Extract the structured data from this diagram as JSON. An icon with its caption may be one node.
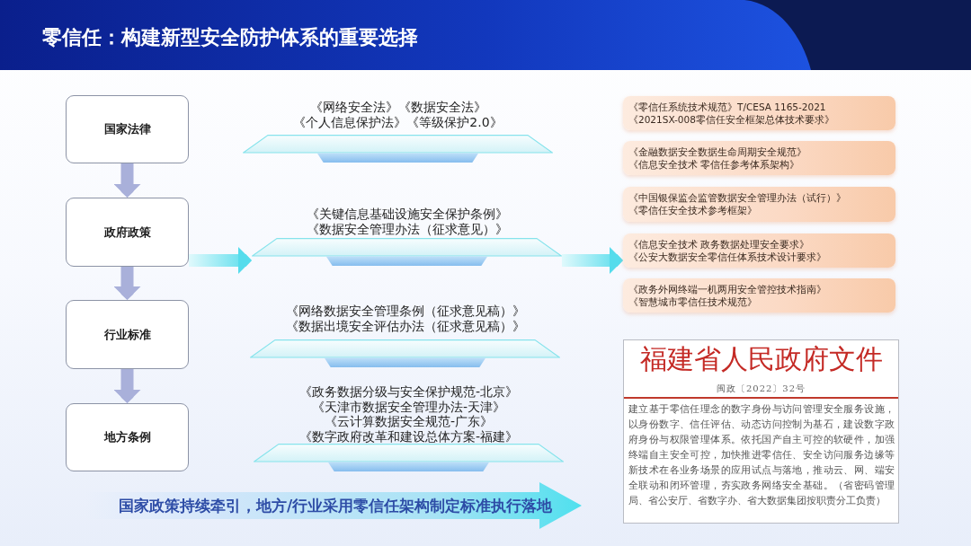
{
  "diagram": {
    "title": "零信任：构建新型安全防护体系的重要选择",
    "nodes": [
      {
        "text": [
          "国家法律"
        ]
      },
      {
        "text": [
          "政府政策"
        ]
      },
      {
        "text": [
          "行业标准"
        ]
      },
      {
        "text": [
          "地方条例"
        ]
      },
      {
        "text": [
          "《网络安全法》《数据安全法》",
          "《个人信息保护法》《等级保护2.0》"
        ]
      },
      {
        "text": [
          "《关键信息基础设施安全保护条例》",
          "《数据安全管理办法（征求意见）》"
        ]
      },
      {
        "text": [
          "《网络数据安全管理条例（征求意见稿）》",
          "《数据出境安全评估办法（征求意见稿）》"
        ]
      },
      {
        "text": [
          "《政务数据分级与安全保护规范-北京》",
          "《天津市数据安全管理办法-天津》",
          "《云计算数据安全规范-广东》",
          "《数字政府改革和建设总体方案-福建》"
        ]
      },
      {
        "text": [
          "《零信任系统技术规范》T/CESA 1165-2021",
          "《2021SX-008零信任安全框架总体技术要求》"
        ]
      },
      {
        "text": [
          "《金融数据安全数据生命周期安全规范》",
          "《信息安全技术 零信任参考体系架构》"
        ]
      },
      {
        "text": [
          "《中国银保监会监管数据安全管理办法（试行）》",
          "《零信任安全技术参考框架》"
        ]
      },
      {
        "text": [
          "《信息安全技术 政务数据处理安全要求》",
          "《公安大数据安全零信任体系技术设计要求》"
        ]
      },
      {
        "text": [
          "《政务外网终端一机两用安全管控技术指南》",
          "《智慧城市零信任技术规范》"
        ]
      },
      {
        "text": [
          "福建省人民政府文件",
          "闽政〔2022〕32号",
          "建立基于零信任理念的数字身份与访问管理安全服务设施，以身份数字、信任评估、动态访问控制为基石，建设数字政府身份与权限管理体系。依托国产自主可控的软硬件，加强终端自主安全可控，加快推进零信任、安全访问服务边缘等新技术在各业务场景的应用试点与落地，推动云、网、端安全联动和闭环管理，夯实政务网络安全基础。（省密码管理局、省公安厅、省数字办、省大数据集团按职责分工负责）"
        ]
      },
      {
        "text": [
          "国家政策持续牵引，地方/行业采用零信任架构制定标准执行落地"
        ]
      }
    ],
    "edges": [
      {
        "from": 0,
        "to": 1,
        "arrow": "to"
      },
      {
        "from": 1,
        "to": 2,
        "arrow": "to"
      },
      {
        "from": 2,
        "to": 3,
        "arrow": "to"
      },
      {
        "from": 1,
        "to": 5,
        "arrow": "to",
        "color": "#55dcec"
      },
      {
        "from": 5,
        "to": 11,
        "arrow": "to",
        "color": "#55dcec"
      }
    ]
  }
}
